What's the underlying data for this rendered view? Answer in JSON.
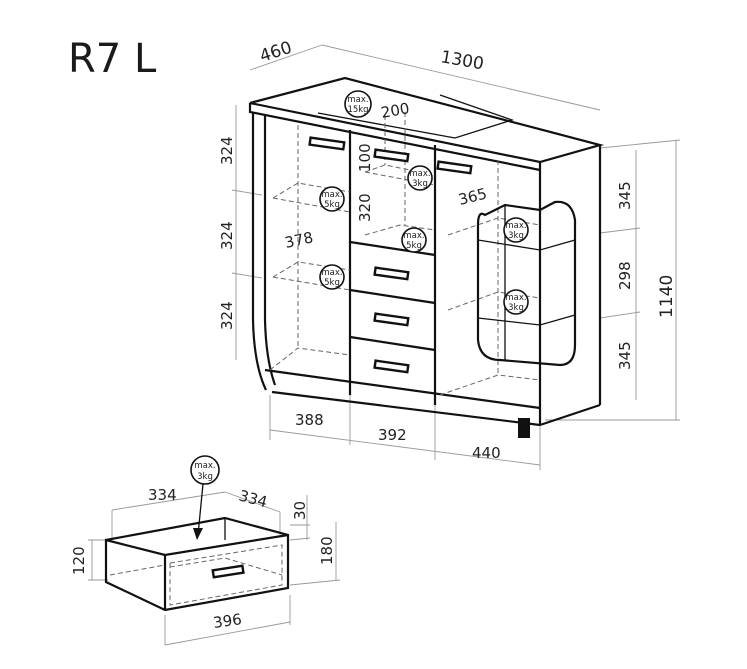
{
  "title": "R7 L",
  "cabinet": {
    "depth": "460",
    "width": "1300",
    "height": "1140",
    "left_heights": [
      "324",
      "324",
      "324"
    ],
    "right_heights": [
      "345",
      "298",
      "345"
    ],
    "bottom_widths": [
      "388",
      "392",
      "440"
    ],
    "inner": {
      "top_shelf_depth": "200",
      "top_gap": "100",
      "middle_gap": "320",
      "left_shelf_depth": "378",
      "right_shelf_depth": "365"
    },
    "loads": {
      "top": [
        "max.",
        "15kg"
      ],
      "middle_shelf": [
        "max.",
        "3kg"
      ],
      "left_shelf_1": [
        "max.",
        "5kg"
      ],
      "left_shelf_2": [
        "max.",
        "5kg"
      ],
      "middle_bottom": [
        "max.",
        "5kg"
      ],
      "open_shelf_1": [
        "max.",
        "3kg"
      ],
      "open_shelf_2": [
        "max.",
        "3kg"
      ]
    }
  },
  "drawer": {
    "width_inner": "334",
    "depth": "334",
    "top_gap": "30",
    "front_height": "180",
    "box_height": "120",
    "front_width": "396",
    "load": [
      "max.",
      "3kg"
    ]
  }
}
